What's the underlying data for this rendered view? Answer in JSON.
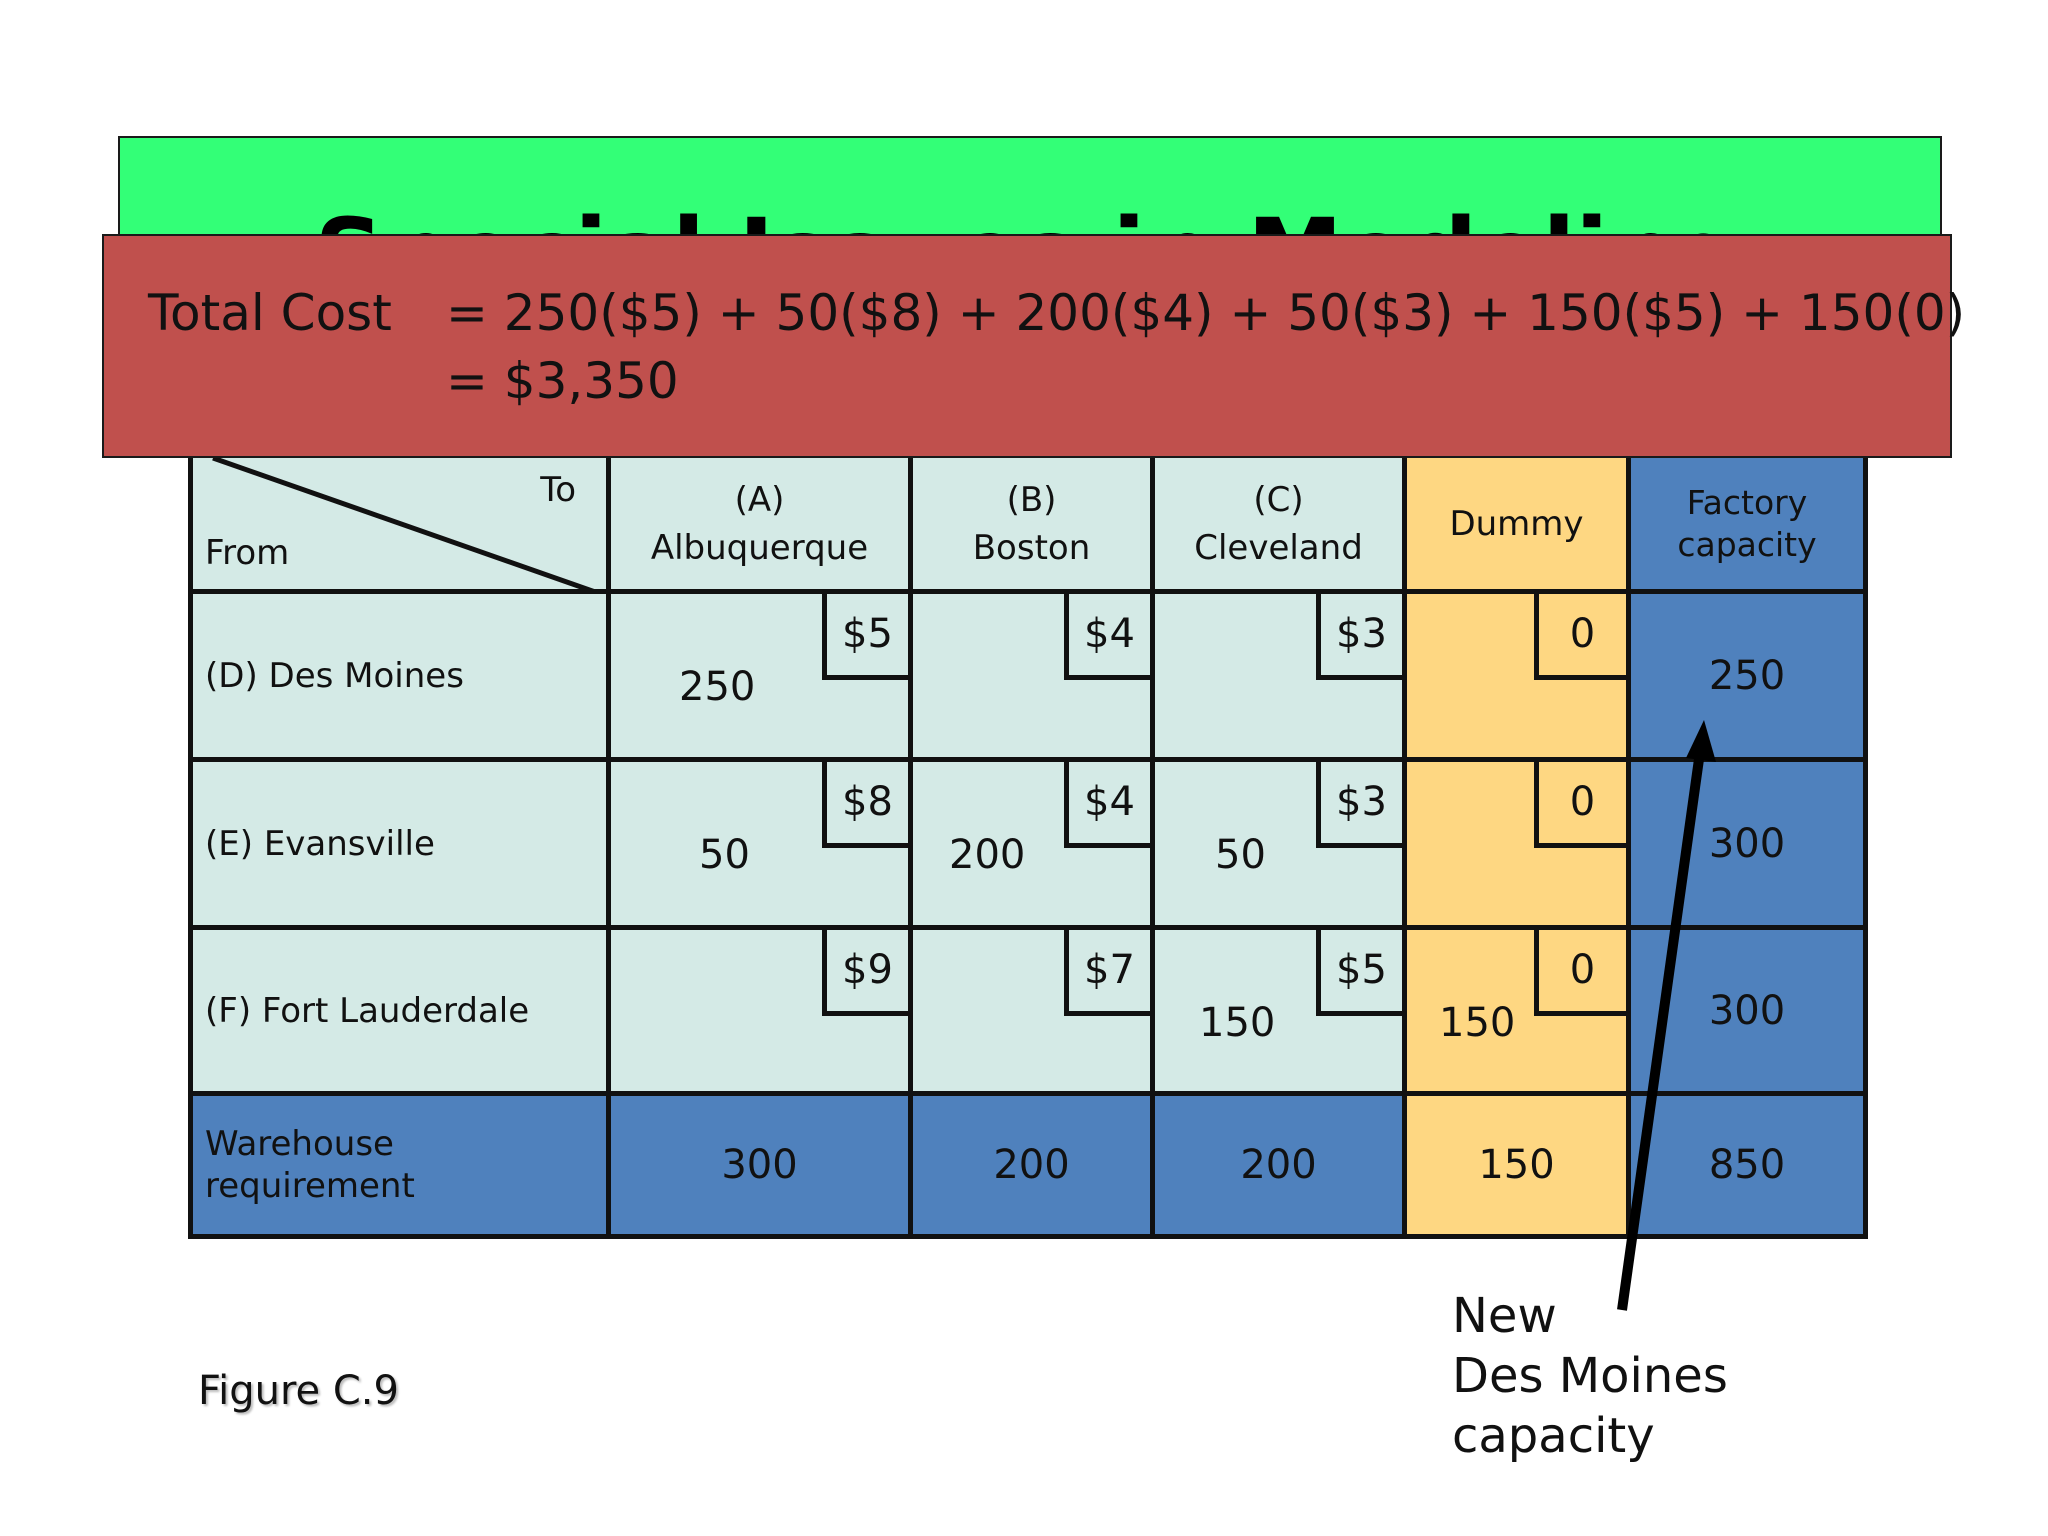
{
  "title": "Special Issues in Modeling",
  "total_cost": {
    "label": "Total Cost",
    "line1": "= 250($5) + 50($8) + 200($4) + 50($3) + 150($5) + 150(0)",
    "line2": "= $3,350"
  },
  "table": {
    "corner": {
      "to": "To",
      "from": "From"
    },
    "columns": [
      {
        "line1": "(A)",
        "line2": "Albuquerque"
      },
      {
        "line1": "(B)",
        "line2": "Boston"
      },
      {
        "line1": "(C)",
        "line2": "Cleveland"
      },
      {
        "line1": "Dummy",
        "line2": ""
      },
      {
        "line1": "Factory",
        "line2": "capacity"
      }
    ],
    "rows": [
      {
        "label": "(D) Des Moines",
        "cells": [
          {
            "cost": "$5",
            "alloc": "250"
          },
          {
            "cost": "$4",
            "alloc": ""
          },
          {
            "cost": "$3",
            "alloc": ""
          },
          {
            "cost": "0",
            "alloc": ""
          }
        ],
        "capacity": "250"
      },
      {
        "label": "(E) Evansville",
        "cells": [
          {
            "cost": "$8",
            "alloc": "50"
          },
          {
            "cost": "$4",
            "alloc": "200"
          },
          {
            "cost": "$3",
            "alloc": "50"
          },
          {
            "cost": "0",
            "alloc": ""
          }
        ],
        "capacity": "300"
      },
      {
        "label": "(F) Fort Lauderdale",
        "cells": [
          {
            "cost": "$9",
            "alloc": ""
          },
          {
            "cost": "$7",
            "alloc": ""
          },
          {
            "cost": "$5",
            "alloc": "150"
          },
          {
            "cost": "0",
            "alloc": "150"
          }
        ],
        "capacity": "300"
      }
    ],
    "requirement": {
      "label_line1": "Warehouse",
      "label_line2": "requirement",
      "values": [
        "300",
        "200",
        "200",
        "150"
      ],
      "total": "850"
    }
  },
  "annotation": {
    "line1": "New",
    "line2": "Des Moines",
    "line3": "capacity"
  },
  "figure_label": "Figure C.9"
}
